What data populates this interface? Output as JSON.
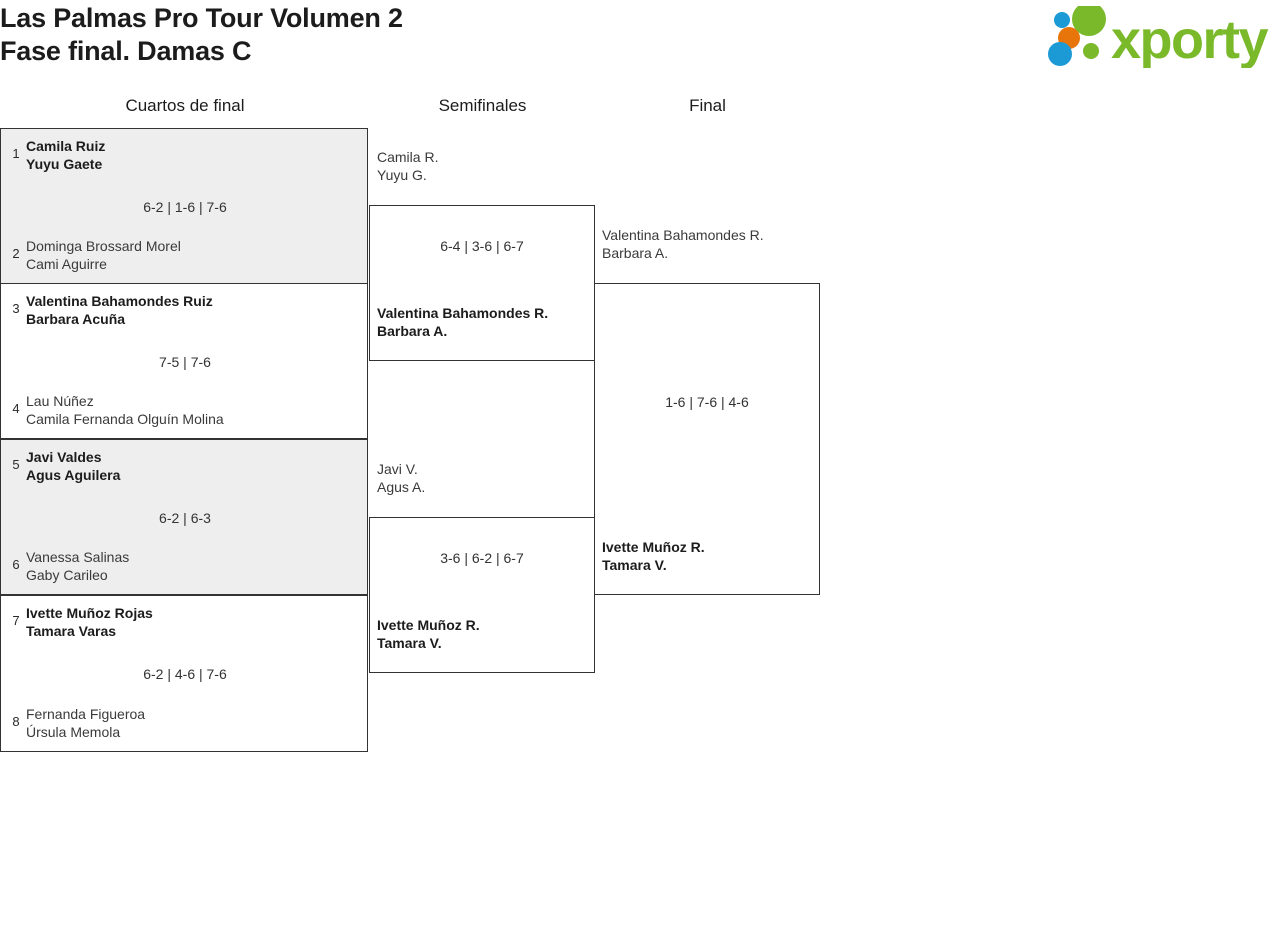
{
  "header": {
    "title_line1": "Las Palmas Pro Tour Volumen 2",
    "title_line2": "Fase final. Damas C",
    "logo_text": "xporty",
    "logo_colors": {
      "green": "#7ab929",
      "orange": "#e8750a",
      "blue": "#1b9ad6"
    }
  },
  "rounds": [
    {
      "label": "Cuartos de final"
    },
    {
      "label": "Semifinales"
    },
    {
      "label": "Final"
    }
  ],
  "quarterfinals": [
    {
      "shaded": true,
      "top": {
        "seed": "1",
        "p1": "Camila Ruiz",
        "p2": "Yuyu Gaete",
        "winner": true
      },
      "bottom": {
        "seed": "2",
        "p1": "Dominga Brossard Morel",
        "p2": "Cami Aguirre",
        "winner": false
      },
      "score": "6-2 | 1-6 | 7-6"
    },
    {
      "shaded": false,
      "top": {
        "seed": "3",
        "p1": "Valentina Bahamondes Ruiz",
        "p2": "Barbara Acuña",
        "winner": true
      },
      "bottom": {
        "seed": "4",
        "p1": "Lau Núñez",
        "p2": "Camila Fernanda Olguín Molina",
        "winner": false
      },
      "score": "7-5 | 7-6"
    },
    {
      "shaded": true,
      "top": {
        "seed": "5",
        "p1": "Javi Valdes",
        "p2": "Agus Aguilera",
        "winner": true
      },
      "bottom": {
        "seed": "6",
        "p1": "Vanessa Salinas",
        "p2": "Gaby Carileo",
        "winner": false
      },
      "score": "6-2 | 6-3"
    },
    {
      "shaded": false,
      "top": {
        "seed": "7",
        "p1": "Ivette Muñoz Rojas",
        "p2": "Tamara Varas",
        "winner": true
      },
      "bottom": {
        "seed": "8",
        "p1": "Fernanda Figueroa",
        "p2": "Úrsula Memola",
        "winner": false
      },
      "score": "6-2 | 4-6 | 7-6"
    }
  ],
  "semifinals": [
    {
      "top": {
        "p1": "Camila R.",
        "p2": "Yuyu G.",
        "winner": false
      },
      "bottom": {
        "p1": "Valentina Bahamondes R.",
        "p2": "Barbara A.",
        "winner": true
      },
      "score": "6-4 | 3-6 | 6-7"
    },
    {
      "top": {
        "p1": "Javi V.",
        "p2": "Agus A.",
        "winner": false
      },
      "bottom": {
        "p1": "Ivette Muñoz R.",
        "p2": "Tamara V.",
        "winner": true
      },
      "score": "3-6 | 6-2 | 6-7"
    }
  ],
  "final": {
    "top": {
      "p1": "Valentina Bahamondes R.",
      "p2": "Barbara A.",
      "winner": false
    },
    "bottom": {
      "p1": "Ivette Muñoz R.",
      "p2": "Tamara V.",
      "winner": true
    },
    "score": "1-6 | 7-6 | 4-6"
  }
}
